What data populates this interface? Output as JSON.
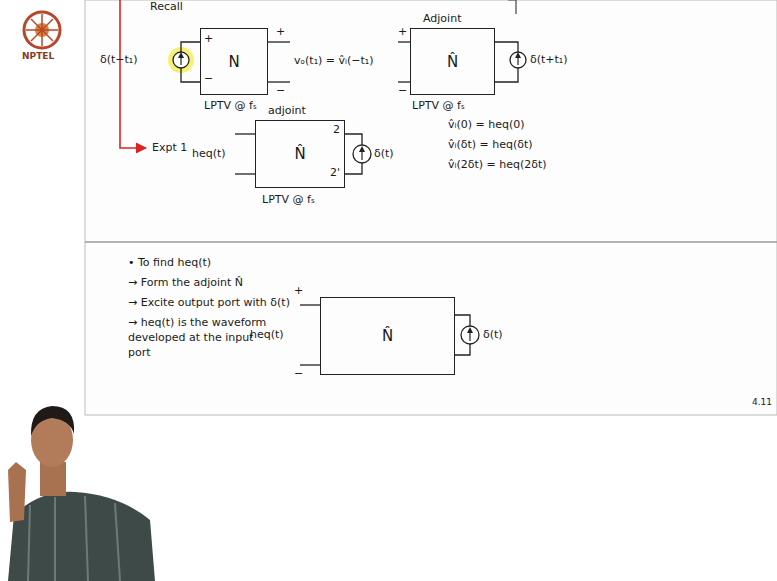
{
  "diagram": {
    "nodes": [
      {
        "text": [
          "N"
        ]
      },
      {
        "text": [
          "Adjoint",
          "N̂"
        ]
      },
      {
        "text": [
          "adjoint",
          "N̂"
        ]
      },
      {
        "text": [
          "N̂"
        ]
      }
    ],
    "labels": [
      "Recall",
      "δ(t−t₁)",
      "+",
      "−",
      "+",
      "−",
      "vₒ(t₁) = v̂ᵢ(−t₁)",
      "+",
      "−",
      "δ(t+t₁)",
      "LPTV @ fₛ",
      "LPTV @ fₛ",
      "Expt 1",
      "heq(t)",
      "2",
      "2'",
      "δ(t)",
      "LPTV @ fₛ",
      "v̂ᵢ(0) = heq(0)",
      "v̂ᵢ(δt) = heq(δt)",
      "v̂ᵢ(2δt) = heq(2δt)",
      "• To find heq(t)",
      "→ Form the adjoint N̂",
      "→ Excite output port with δ(t)",
      "→ heq(t) is the waveform developed at the input port",
      "+",
      "−",
      "heq(t)",
      "δ(t)",
      "NPTEL",
      "4.11"
    ]
  }
}
